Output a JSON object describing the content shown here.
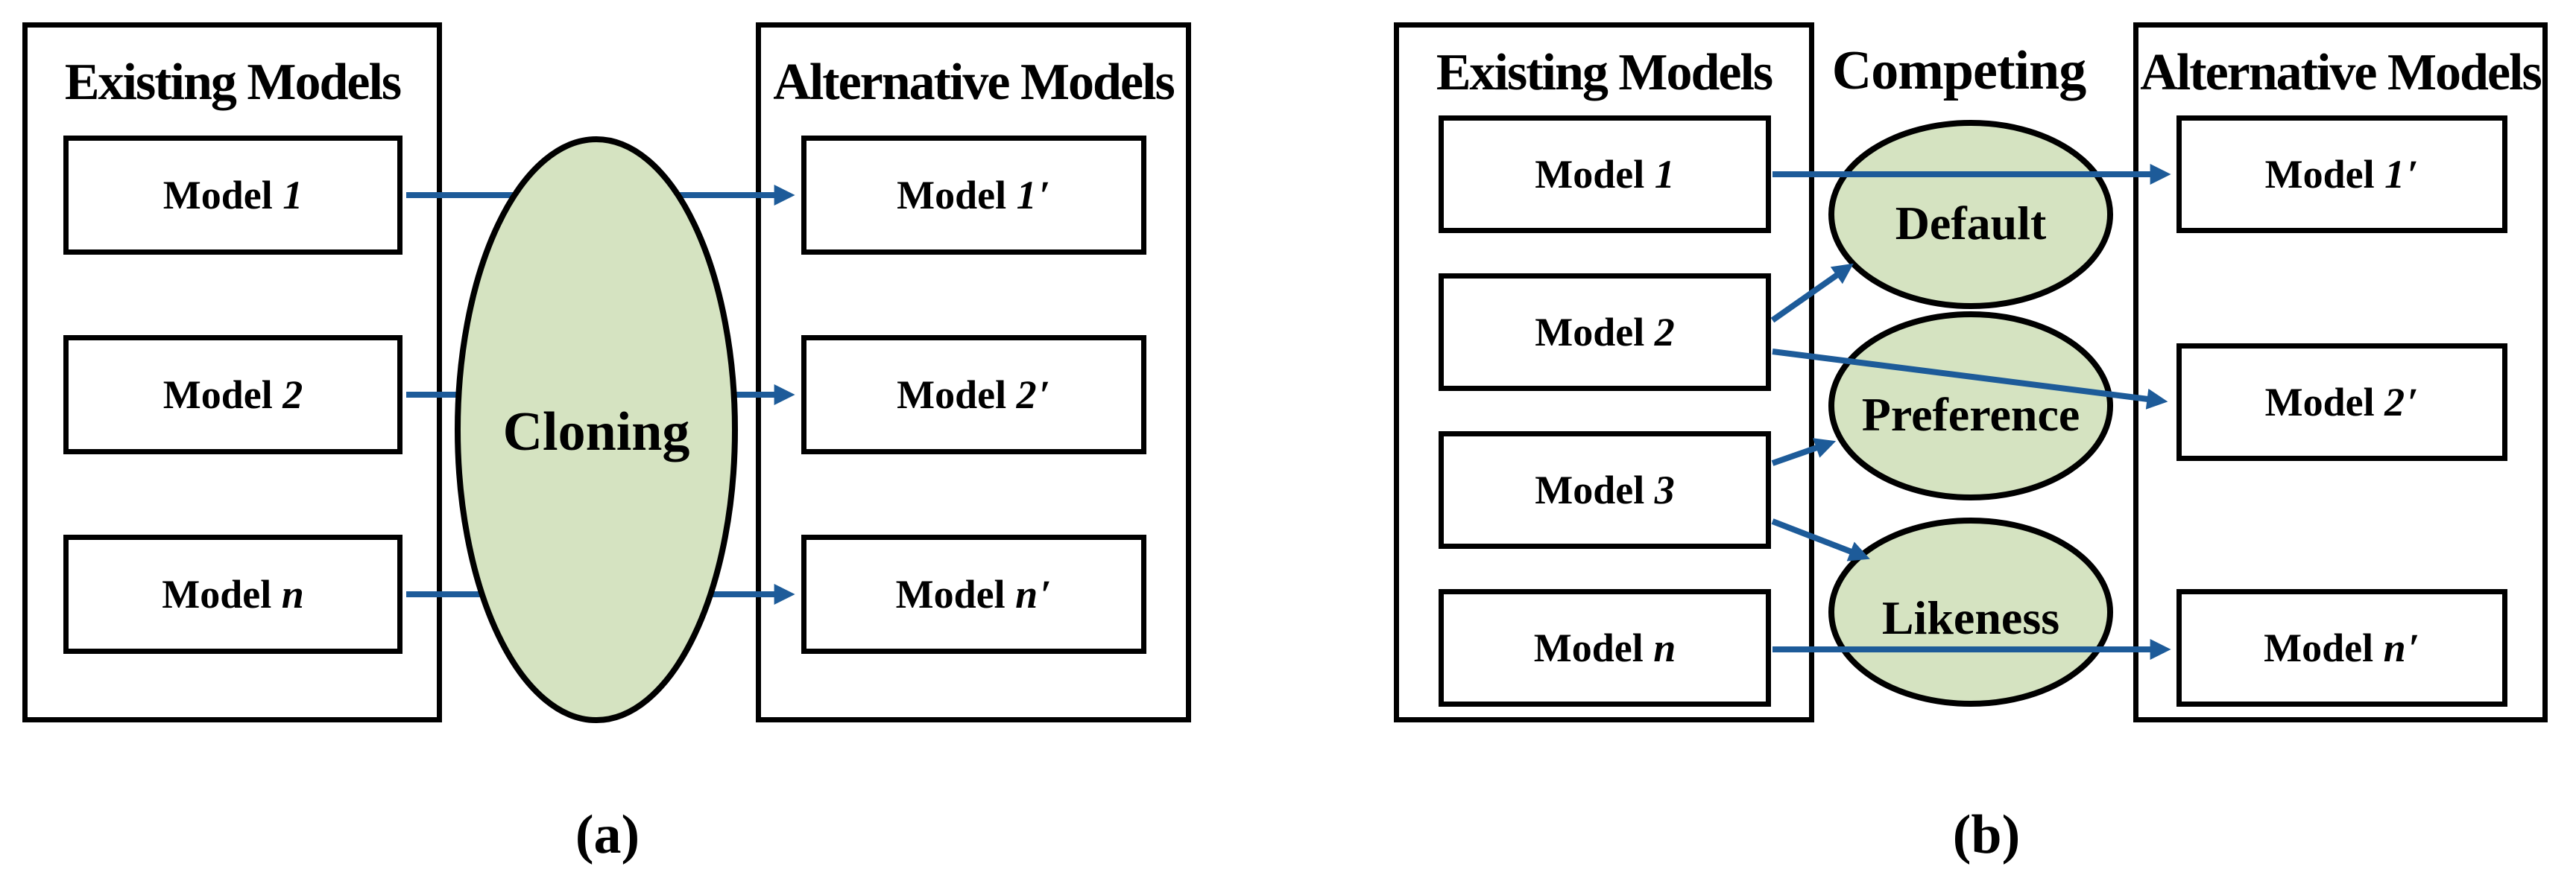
{
  "colors": {
    "process_fill": "#D5E3C1",
    "process_stroke": "#000000",
    "arrow": "#1D5B99",
    "box_border": "#000000",
    "background": "#FFFFFF",
    "text": "#000000"
  },
  "diagram_a": {
    "caption": "(a)",
    "existing_panel": {
      "title": "Existing Models",
      "models": [
        {
          "prefix": "Model ",
          "variable": "1",
          "prime": ""
        },
        {
          "prefix": "Model ",
          "variable": "2",
          "prime": ""
        },
        {
          "prefix": "Model ",
          "variable": "n",
          "prime": ""
        }
      ]
    },
    "process": {
      "label": "Cloning"
    },
    "alternative_panel": {
      "title": "Alternative Models",
      "models": [
        {
          "prefix": "Model ",
          "variable": "1",
          "prime": "′"
        },
        {
          "prefix": "Model ",
          "variable": "2",
          "prime": "′"
        },
        {
          "prefix": "Model ",
          "variable": "n",
          "prime": "′"
        }
      ]
    }
  },
  "diagram_b": {
    "caption": "(b)",
    "heading": "Competing",
    "existing_panel": {
      "title": "Existing Models",
      "models": [
        {
          "prefix": "Model ",
          "variable": "1",
          "prime": ""
        },
        {
          "prefix": "Model ",
          "variable": "2",
          "prime": ""
        },
        {
          "prefix": "Model ",
          "variable": "3",
          "prime": ""
        },
        {
          "prefix": "Model ",
          "variable": "n",
          "prime": ""
        }
      ]
    },
    "mechanisms": [
      {
        "label": "Default"
      },
      {
        "label": "Preference"
      },
      {
        "label": "Likeness"
      }
    ],
    "alternative_panel": {
      "title": "Alternative Models",
      "models": [
        {
          "prefix": "Model ",
          "variable": "1",
          "prime": "′"
        },
        {
          "prefix": "Model ",
          "variable": "2",
          "prime": "′"
        },
        {
          "prefix": "Model ",
          "variable": "n",
          "prime": "′"
        }
      ]
    }
  }
}
